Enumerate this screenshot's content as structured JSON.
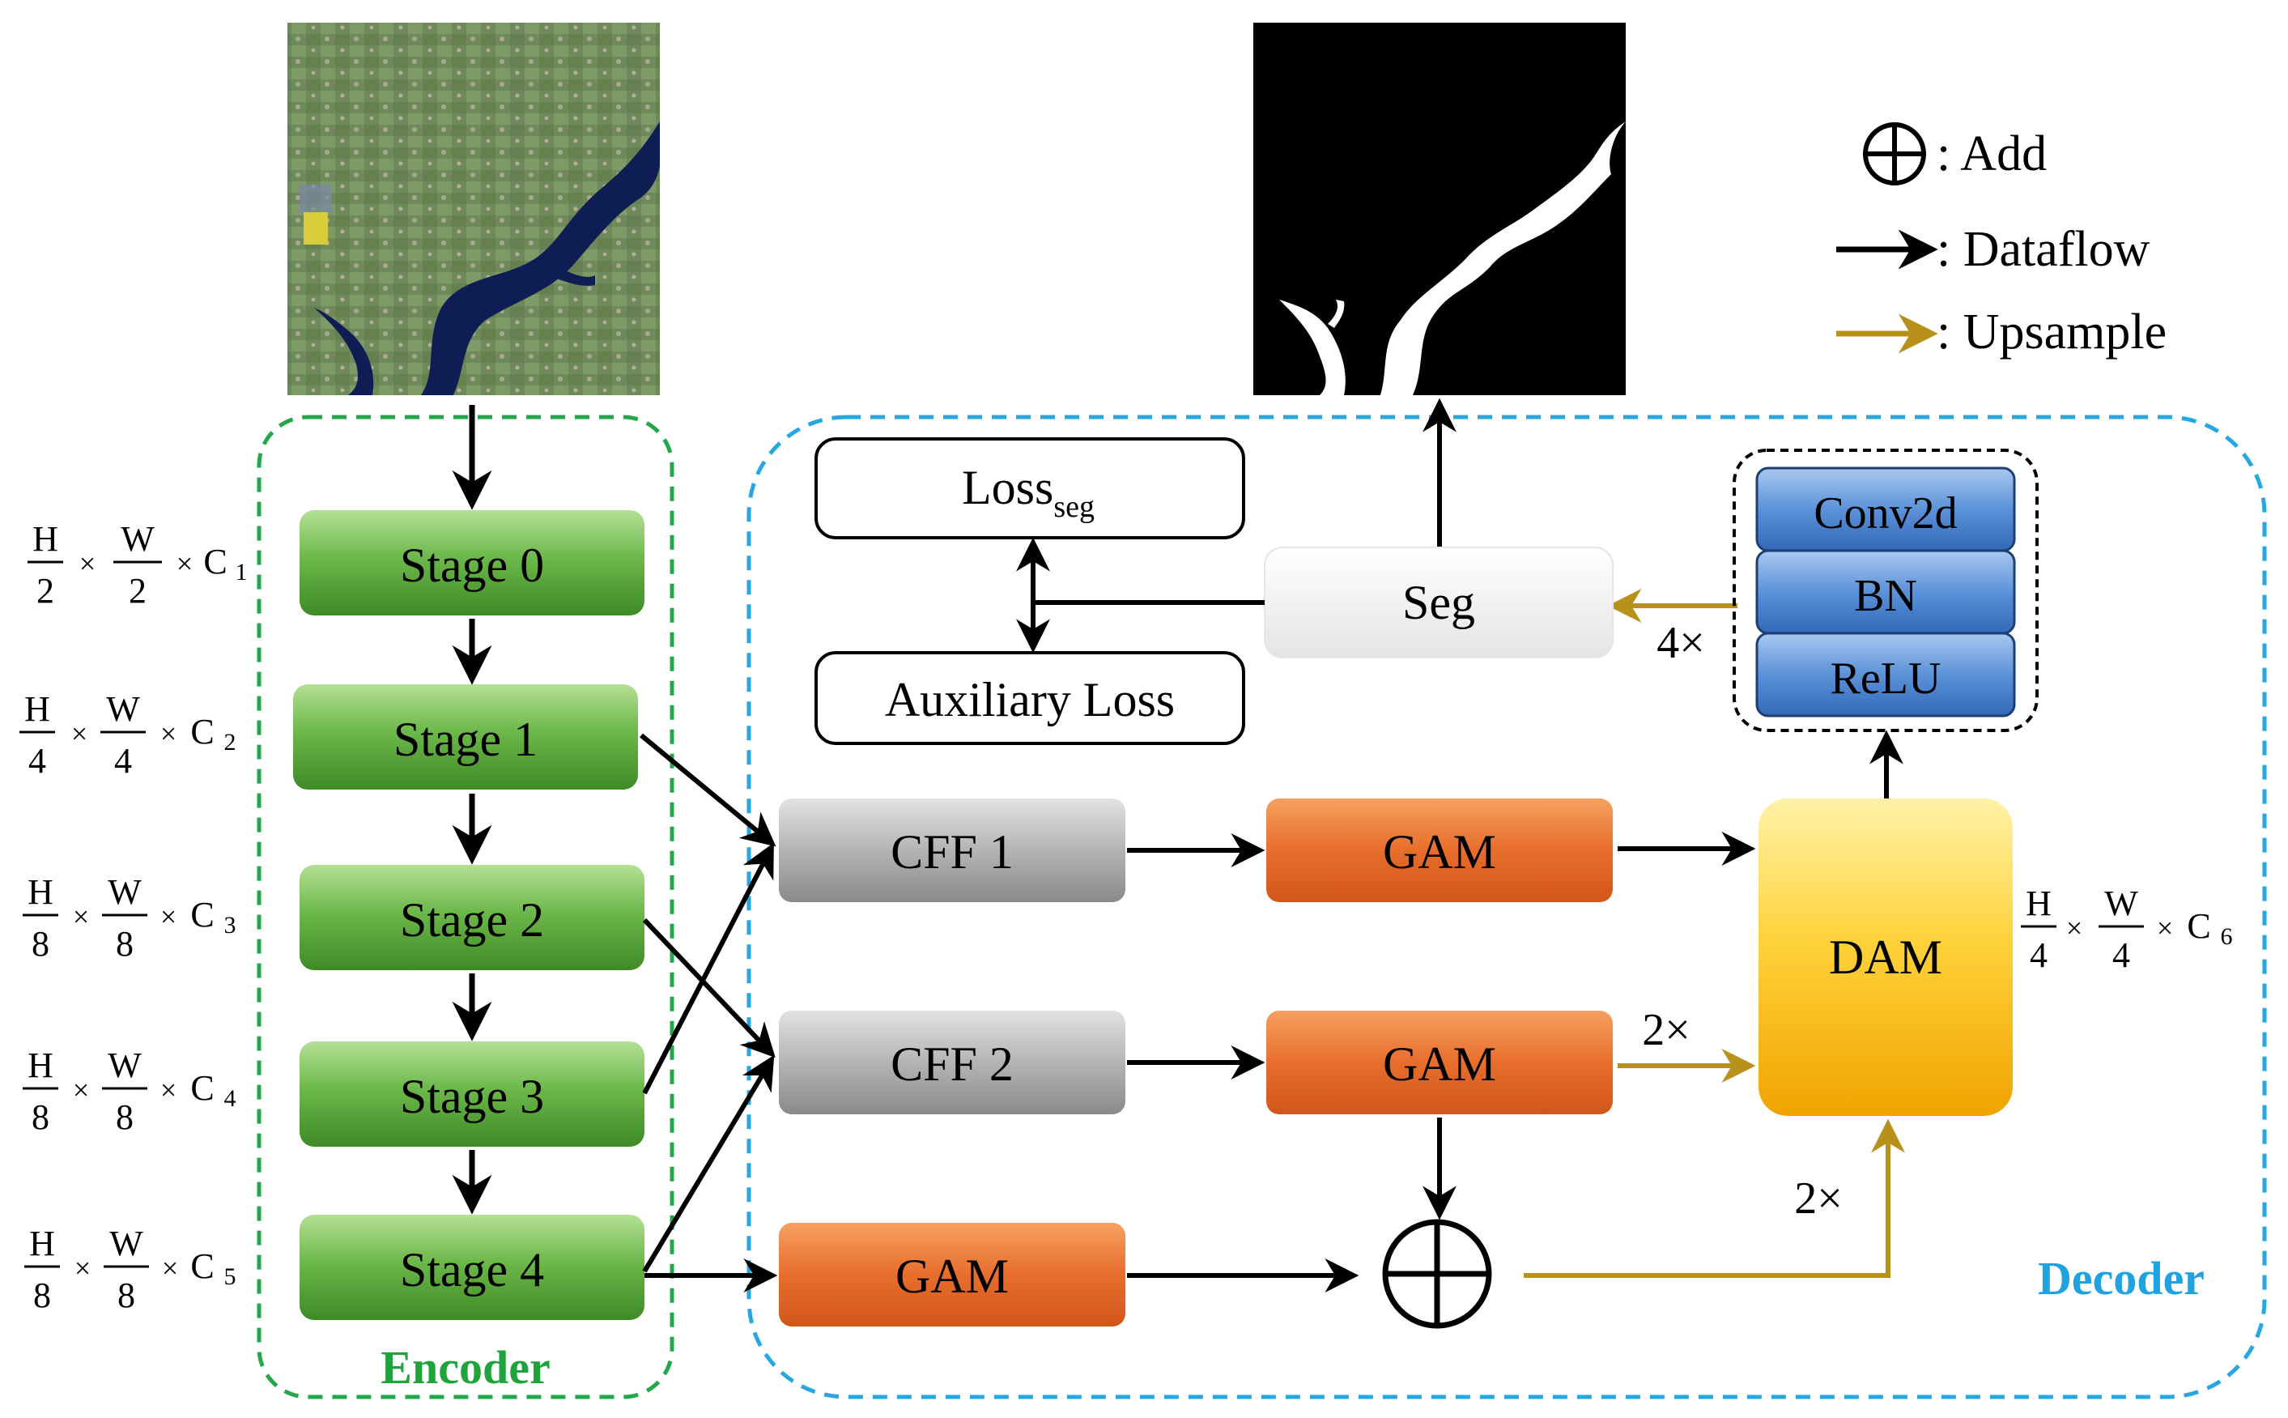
{
  "legend": {
    "add": ": Add",
    "dataflow": ": Dataflow",
    "upsample": ": Upsample"
  },
  "encoder": {
    "title": "Encoder",
    "stages": [
      "Stage 0",
      "Stage 1",
      "Stage 2",
      "Stage 3",
      "Stage 4"
    ],
    "dims": [
      {
        "h": "H",
        "hd": "2",
        "w": "W",
        "wd": "2",
        "c": "C",
        "ci": "1"
      },
      {
        "h": "H",
        "hd": "4",
        "w": "W",
        "wd": "4",
        "c": "C",
        "ci": "2"
      },
      {
        "h": "H",
        "hd": "8",
        "w": "W",
        "wd": "8",
        "c": "C",
        "ci": "3"
      },
      {
        "h": "H",
        "hd": "8",
        "w": "W",
        "wd": "8",
        "c": "C",
        "ci": "4"
      },
      {
        "h": "H",
        "hd": "8",
        "w": "W",
        "wd": "8",
        "c": "C",
        "ci": "5"
      }
    ]
  },
  "decoder": {
    "title": "Decoder",
    "cff1": "CFF 1",
    "cff2": "CFF 2",
    "gam": "GAM",
    "dam": "DAM",
    "seg": "Seg",
    "loss_seg": "Loss",
    "loss_seg_sub": "seg",
    "aux_loss": "Auxiliary Loss",
    "conv": "Conv2d",
    "bn": "BN",
    "relu": "ReLU",
    "up4": "4×",
    "up2a": "2×",
    "up2b": "2×",
    "dam_dims": {
      "h": "H",
      "hd": "4",
      "w": "W",
      "wd": "4",
      "c": "C",
      "ci": "6"
    }
  },
  "colors": {
    "green_top": "#8ecf6a",
    "green_bottom": "#3f8f2a",
    "gray_top": "#d6d6d6",
    "gray_bottom": "#8a8a8a",
    "orange_top": "#f08a3e",
    "orange_bottom": "#d9541a",
    "gold": "#b8901c",
    "yellow_top": "#ffe066",
    "yellow_bottom": "#f2a900",
    "blue_top": "#8db4e8",
    "blue_bottom": "#3b78c7",
    "encoder_border": "#22a84a",
    "decoder_border": "#27a7e0",
    "encoder_text": "#1fa33c",
    "decoder_text": "#1fa3e0"
  }
}
